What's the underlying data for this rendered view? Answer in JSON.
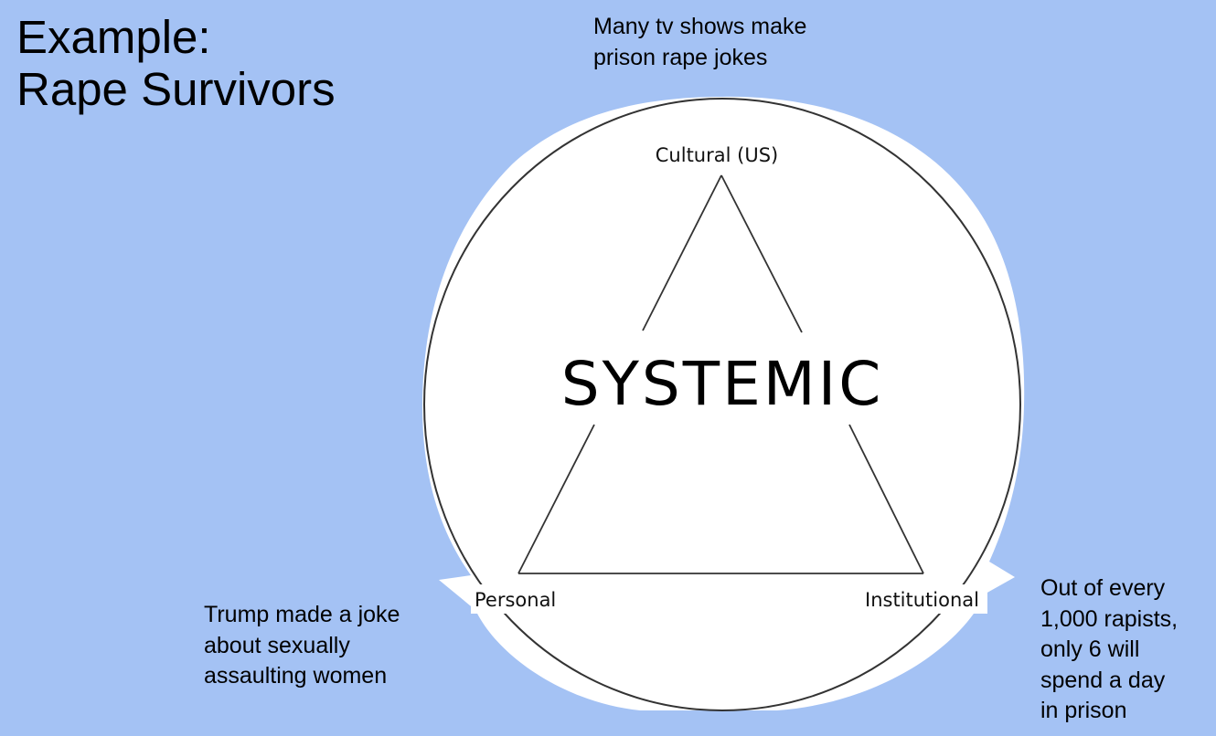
{
  "slide": {
    "title_line1": "Example:",
    "title_line2": "Rape Survivors",
    "background_color": "#a4c2f4"
  },
  "diagram": {
    "center_label": "SYSTEMIC",
    "vertices": {
      "top": "Cultural (US)",
      "bottom_left": "Personal",
      "bottom_right": "Institutional"
    },
    "circle_fill": "#ffffff",
    "line_color": "#333333"
  },
  "notes": {
    "cultural": [
      "Many tv shows make",
      "prison rape jokes"
    ],
    "personal": [
      "Trump made a joke",
      "about sexually",
      "assaulting women"
    ],
    "institutional": [
      "Out of every",
      "1,000 rapists,",
      "only 6 will",
      "spend a day",
      "in prison"
    ]
  }
}
